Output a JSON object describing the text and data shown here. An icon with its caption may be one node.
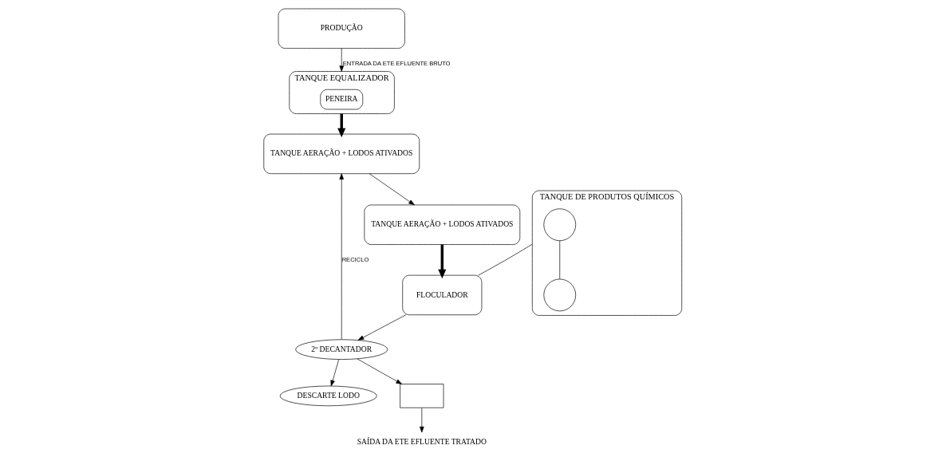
{
  "diagram": {
    "nodes": [
      {
        "text": [
          "PRODUÇÃO"
        ]
      },
      {
        "text": [
          "TANQUE DE PRODUTOS QUÍMICOS"
        ]
      },
      {
        "text": [],
        "shape": "circle",
        "in": 1
      },
      {
        "text": [],
        "shape": "circle",
        "in": 1
      },
      {
        "text": [
          "TANQUE AERAÇÃO + LODOS ATIVADOS"
        ]
      },
      {
        "text": [
          "TANQUE AERAÇÃO + LODOS ATIVADOS"
        ]
      },
      {
        "text": [
          "TANQUE EQUALIZADOR"
        ]
      },
      {
        "text": [
          "PENEIRA"
        ],
        "in": 6
      },
      {
        "text": [
          "FLOCULADOR"
        ]
      },
      {
        "text": [
          "DESCARTE LODO"
        ]
      },
      {
        "text": [
          "2º DECANTADOR"
        ]
      },
      {
        "text": [],
        "shape": "box"
      },
      {
        "text": [
          "SAÍDA DA ETE EFLUENTE TRATADO"
        ]
      }
    ],
    "edges": [
      {
        "from": 0,
        "to": 6,
        "arrow": "to",
        "label": "ENTRADA DA ETE EFLUENTE BRUTO"
      },
      {
        "from": 6,
        "to": 5,
        "arrow": "to",
        "style": "thick"
      },
      {
        "from": 5,
        "to": 4,
        "arrow": "to"
      },
      {
        "from": 4,
        "to": 8,
        "arrow": "to",
        "style": "thick"
      },
      {
        "from": 2,
        "to": 3,
        "arrow": "none"
      },
      {
        "from": 1,
        "to": 8,
        "arrow": "none"
      },
      {
        "from": 8,
        "to": 10,
        "arrow": "to"
      },
      {
        "from": 10,
        "to": 5,
        "arrow": "to",
        "label": "RECICLO"
      },
      {
        "from": 10,
        "to": 9,
        "arrow": "to"
      },
      {
        "from": 10,
        "to": 11,
        "arrow": "to"
      },
      {
        "from": 11,
        "to": 12,
        "arrow": "to"
      }
    ]
  }
}
